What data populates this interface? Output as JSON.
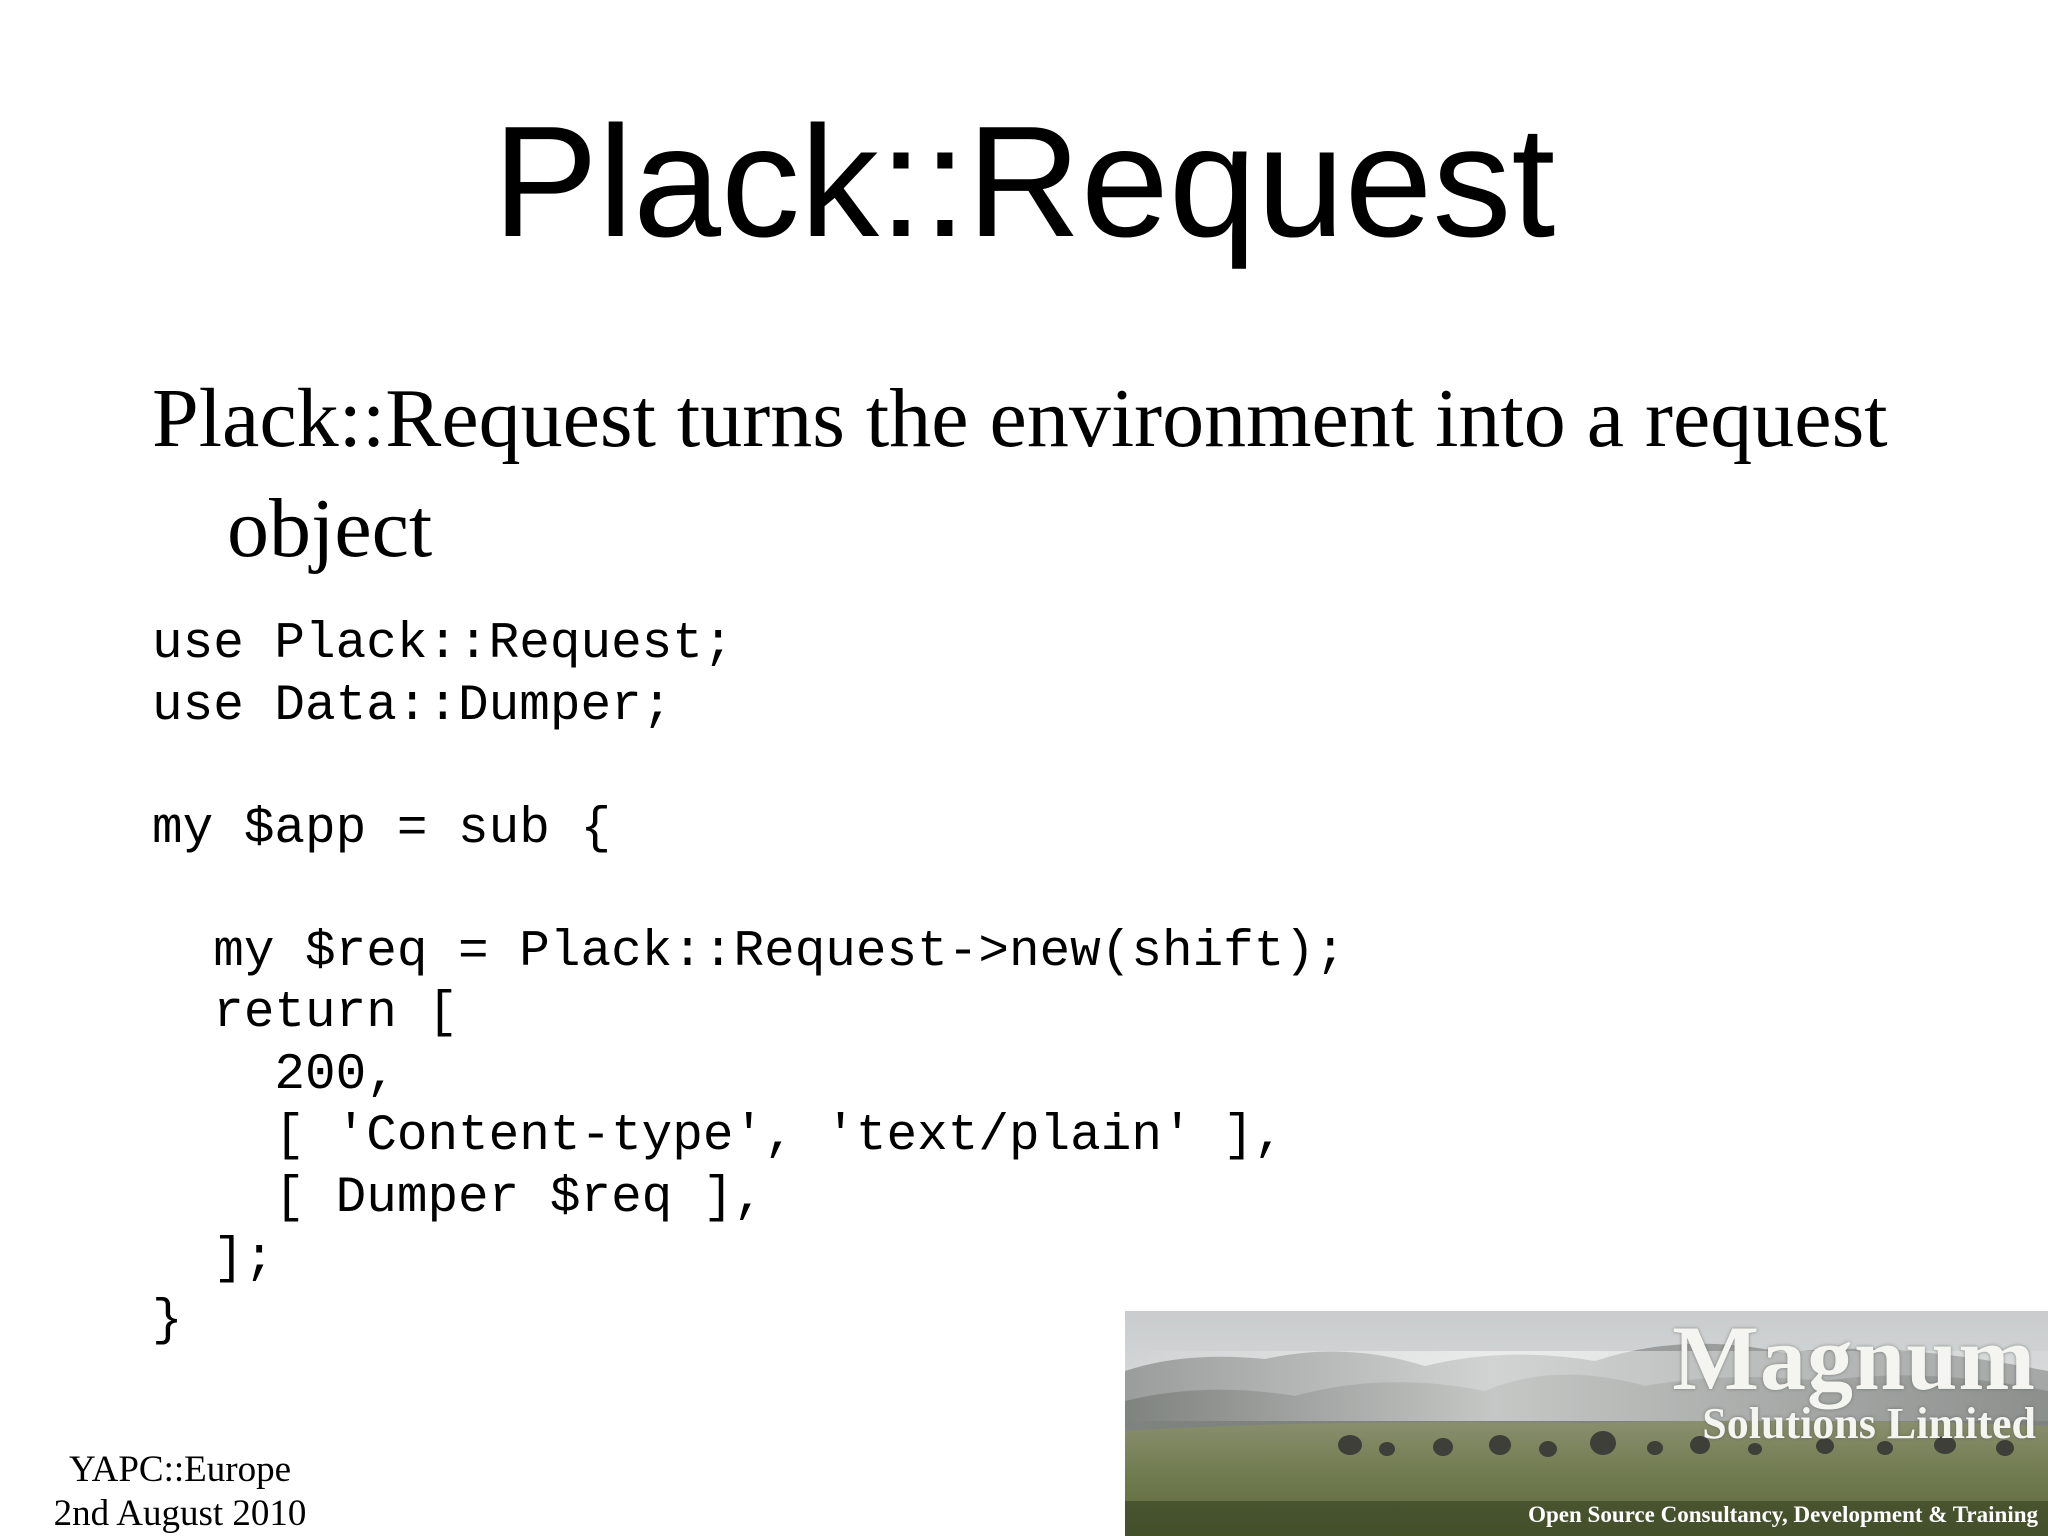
{
  "slide": {
    "title": "Plack::Request",
    "intro": "Plack::Request turns the environment into a request object",
    "code_lines": [
      "use Plack::Request;",
      "use Data::Dumper;",
      "",
      "my $app = sub {",
      "",
      "  my $req = Plack::Request->new(shift);",
      "  return [",
      "    200,",
      "    [ 'Content-type', 'text/plain' ],",
      "    [ Dumper $req ],",
      "  ];",
      "}"
    ]
  },
  "footer": {
    "event": "YAPC::Europe",
    "date": "2nd August 2010"
  },
  "banner": {
    "brand_name": "Magnum",
    "brand_sub": "Solutions Limited",
    "tagline": "Open Source Consultancy, Development & Training"
  }
}
